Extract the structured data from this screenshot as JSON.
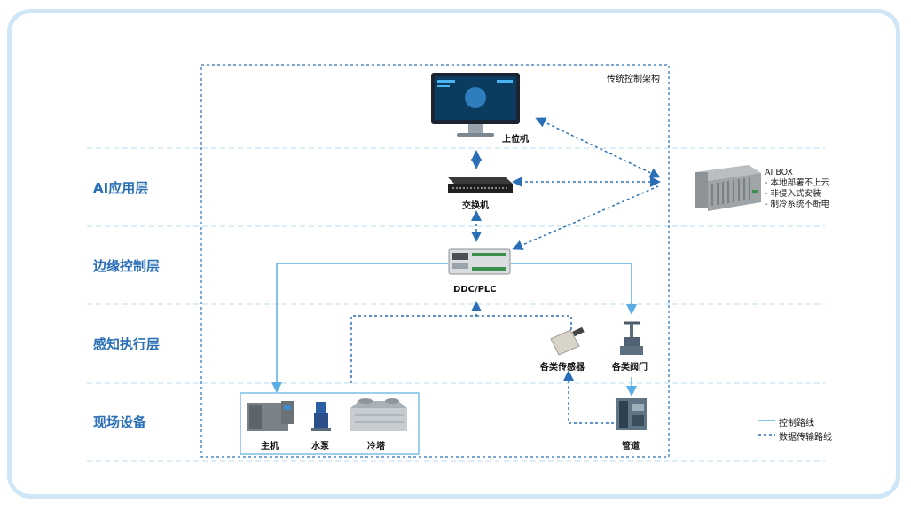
{
  "title_box": "传统控制架构",
  "layers": [
    {
      "label": "AI应用层"
    },
    {
      "label": "边缘控制层"
    },
    {
      "label": "感知执行层"
    },
    {
      "label": "现场设备"
    }
  ],
  "nodes": {
    "upper": "上位机",
    "switch": "交换机",
    "ddc": "DDC/PLC",
    "sensors": "各类传感器",
    "valves": "各类阀门",
    "pipe": "管道",
    "chiller": "主机",
    "pump": "水泵",
    "tower": "冷塔"
  },
  "aibox": {
    "title": "AI BOX",
    "items": [
      "- 本地部署不上云",
      "- 非侵入式安装",
      "- 制冷系统不断电"
    ]
  },
  "legend": {
    "solid": "控制路线",
    "dashed": "数据传输路线"
  },
  "colors": {
    "solid_line": "#5aaee3",
    "dashed_line": "#2a6fb6",
    "layer_text": "#2a6fb6",
    "frame": "#cfe6f7"
  }
}
